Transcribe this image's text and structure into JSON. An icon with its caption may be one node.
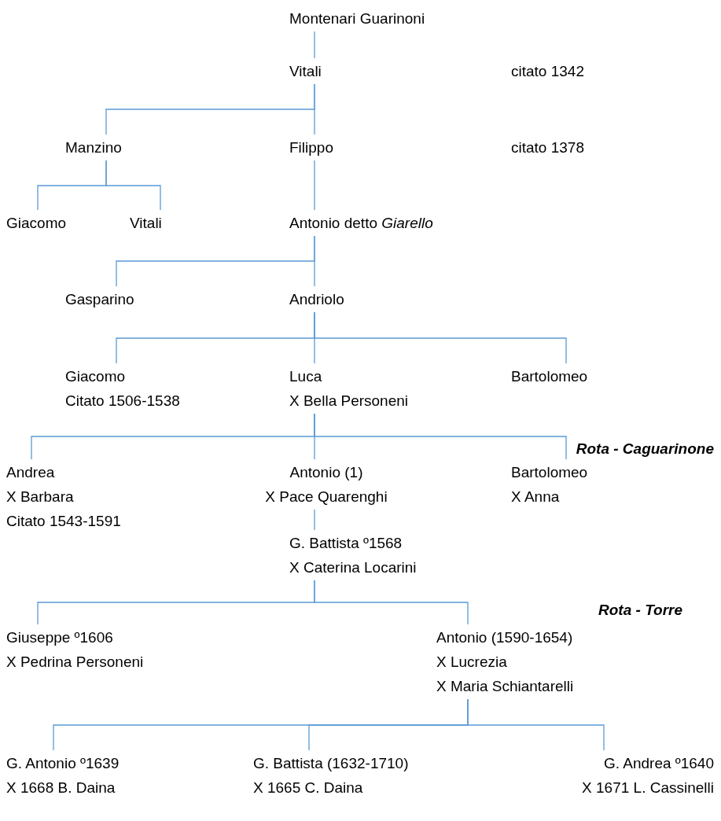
{
  "diagram": {
    "nodes": [
      {
        "text": [
          "Montenari Guarinoni"
        ]
      },
      {
        "text": [
          "Vitali"
        ]
      },
      {
        "text": [
          "Manzino"
        ]
      },
      {
        "text": [
          "Filippo"
        ]
      },
      {
        "text": [
          "Giacomo"
        ]
      },
      {
        "text": [
          "Vitali"
        ]
      },
      {
        "text": [
          "Antonio detto *Giarello*"
        ]
      },
      {
        "text": [
          "Gasparino"
        ]
      },
      {
        "text": [
          "Andriolo"
        ]
      },
      {
        "text": [
          "Giacomo",
          "Citato 1506-1538"
        ]
      },
      {
        "text": [
          "Luca",
          "X Bella Personeni"
        ]
      },
      {
        "text": [
          "Bartolomeo"
        ]
      },
      {
        "text": [
          "Andrea",
          "X Barbara",
          "Citato 1543-1591"
        ]
      },
      {
        "text": [
          "Antonio (1)",
          "X Pace Quarenghi"
        ]
      },
      {
        "text": [
          "Bartolomeo",
          "X Anna"
        ]
      },
      {
        "text": [
          "G. Battista º1568",
          "X Caterina Locarini"
        ]
      },
      {
        "text": [
          "Giuseppe º1606",
          "X Pedrina Personeni"
        ]
      },
      {
        "text": [
          "Antonio (1590-1654)",
          "X Lucrezia",
          "X Maria Schiantarelli"
        ]
      },
      {
        "text": [
          "G. Antonio º1639",
          "X 1668 B. Daina"
        ]
      },
      {
        "text": [
          "G. Battista (1632-1710)",
          "X 1665 C. Daina"
        ]
      },
      {
        "text": [
          "G. Andrea º1640",
          "X 1671 L. Cassinelli"
        ]
      }
    ],
    "edges": [
      {
        "from": 0,
        "to": 1,
        "arrow": "none"
      },
      {
        "from": 1,
        "to": 2,
        "arrow": "none"
      },
      {
        "from": 1,
        "to": 3,
        "arrow": "none"
      },
      {
        "from": 2,
        "to": 4,
        "arrow": "none"
      },
      {
        "from": 2,
        "to": 5,
        "arrow": "none"
      },
      {
        "from": 3,
        "to": 6,
        "arrow": "none"
      },
      {
        "from": 6,
        "to": 7,
        "arrow": "none"
      },
      {
        "from": 6,
        "to": 8,
        "arrow": "none"
      },
      {
        "from": 8,
        "to": 9,
        "arrow": "none"
      },
      {
        "from": 8,
        "to": 10,
        "arrow": "none"
      },
      {
        "from": 8,
        "to": 11,
        "arrow": "none"
      },
      {
        "from": 10,
        "to": 12,
        "arrow": "none"
      },
      {
        "from": 10,
        "to": 13,
        "arrow": "none"
      },
      {
        "from": 10,
        "to": 14,
        "arrow": "none"
      },
      {
        "from": 13,
        "to": 15,
        "arrow": "none"
      },
      {
        "from": 15,
        "to": 16,
        "arrow": "none"
      },
      {
        "from": 15,
        "to": 17,
        "arrow": "none"
      },
      {
        "from": 17,
        "to": 18,
        "arrow": "none"
      },
      {
        "from": 17,
        "to": 19,
        "arrow": "none"
      },
      {
        "from": 17,
        "to": 20,
        "arrow": "none"
      }
    ],
    "labels": [
      "citato 1342",
      "citato 1378",
      "Rota - Caguarinone",
      "Rota - Torre"
    ]
  }
}
